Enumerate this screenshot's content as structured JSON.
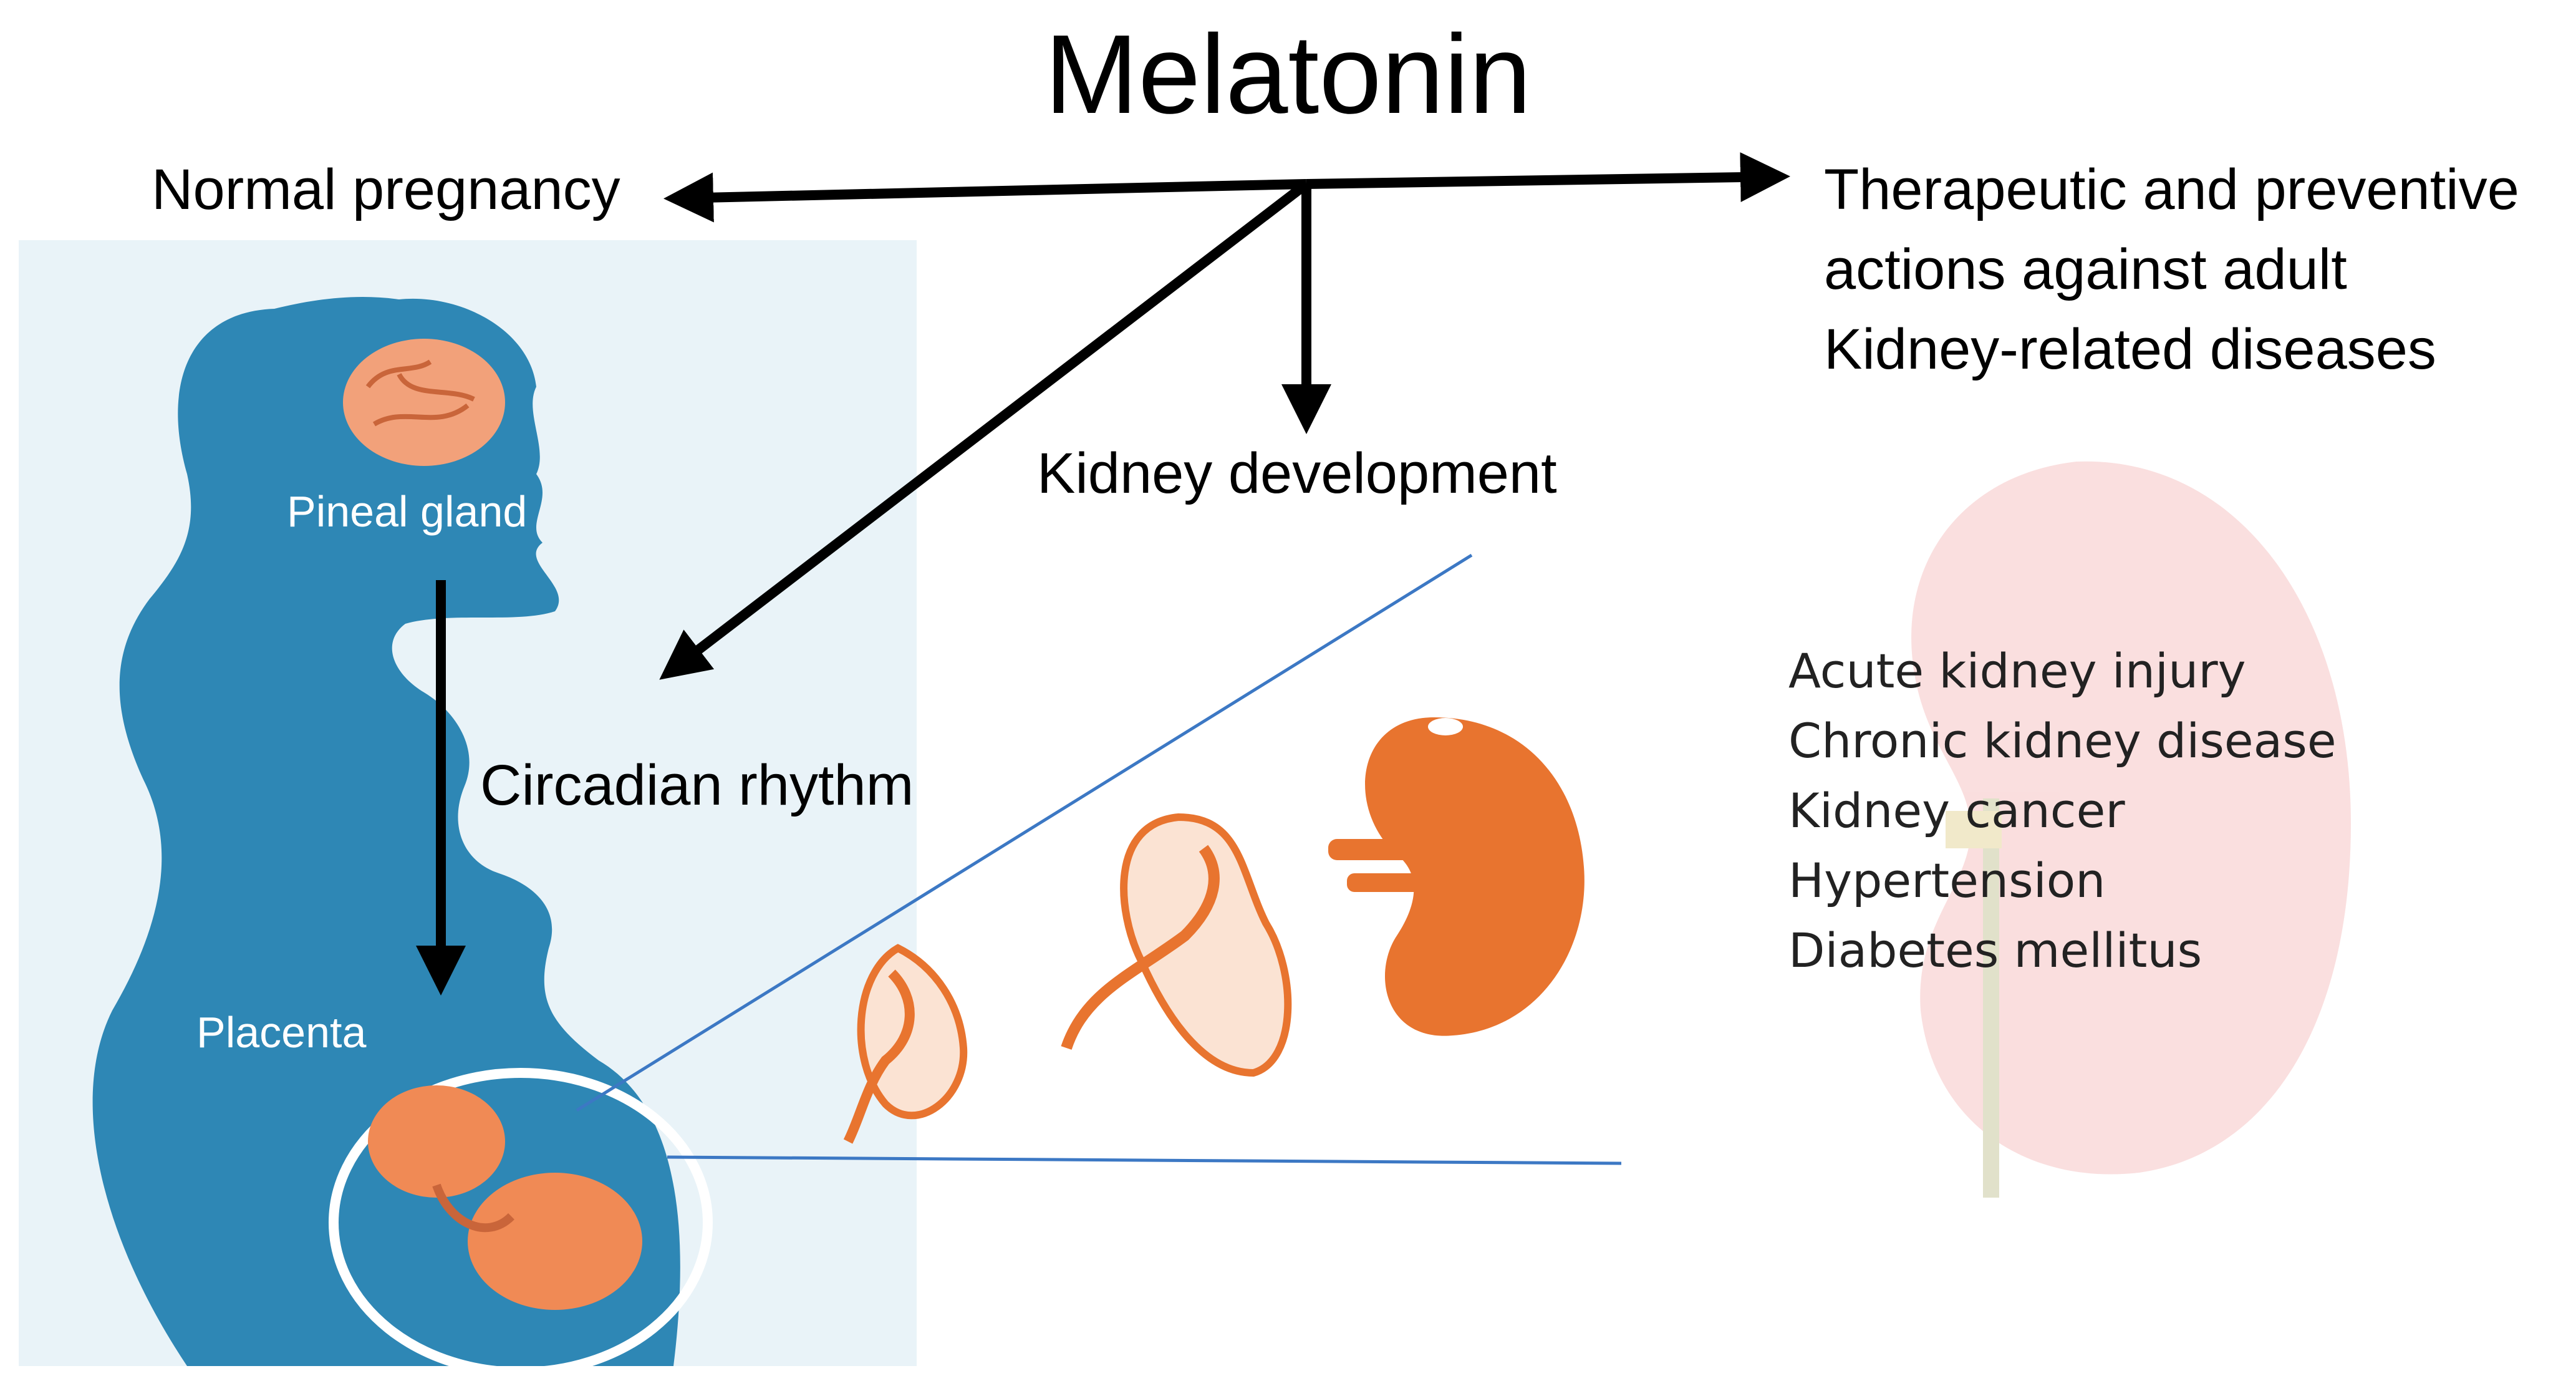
{
  "title": "Melatonin",
  "branches": {
    "normal_pregnancy": "Normal pregnancy",
    "kidney_development": "Kidney development",
    "circadian_rhythm": "Circadian rhythm",
    "therapeutic": [
      "Therapeutic and preventive",
      "actions against adult",
      "Kidney-related diseases"
    ]
  },
  "figure_labels": {
    "pineal_gland": "Pineal gland",
    "placenta": "Placenta"
  },
  "diseases": [
    "Acute kidney injury",
    "Chronic kidney disease",
    "Kidney cancer",
    "Hypertension",
    "Diabetes mellitus"
  ],
  "colors": {
    "silhouette": "#2e87b5",
    "organ": "#e8742f",
    "panel": "#e9f3f8",
    "kidney_faded": "#f6c4c4",
    "zoom_lines": "#3c78c4",
    "arrows": "#000000"
  },
  "icons": [
    "woman-silhouette",
    "brain-icon",
    "fetus-icon",
    "kidney-stage-icons",
    "faded-kidney-icon"
  ]
}
